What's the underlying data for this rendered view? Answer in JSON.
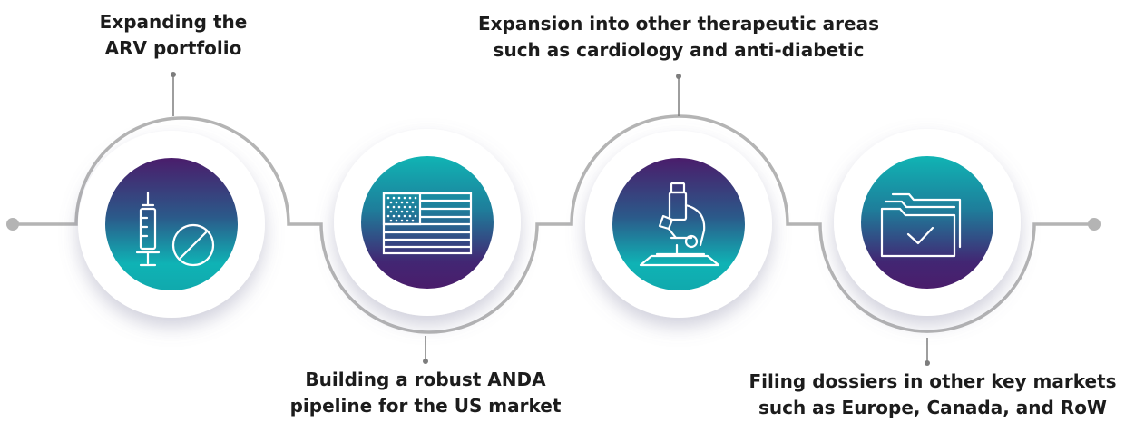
{
  "steps": [
    {
      "label_line1": "Expanding the",
      "label_line2": "ARV portfolio",
      "icon": "syringe-and-pill-icon",
      "gradient": "teal-bottom"
    },
    {
      "label_line1": "Building a robust ANDA",
      "label_line2": "pipeline for the US market",
      "icon": "us-flag-icon",
      "gradient": "purple-bottom"
    },
    {
      "label_line1": "Expansion into other therapeutic areas",
      "label_line2": "such as cardiology and anti-diabetic",
      "icon": "microscope-icon",
      "gradient": "teal-bottom"
    },
    {
      "label_line1": "Filing dossiers in other key markets",
      "label_line2": "such as Europe, Canada, and RoW",
      "icon": "folder-check-icon",
      "gradient": "purple-bottom"
    }
  ],
  "colors": {
    "teal": "#0fb3b5",
    "purple": "#4a1d6b",
    "line": "#b4b4b4",
    "text": "#1c1c1c"
  }
}
